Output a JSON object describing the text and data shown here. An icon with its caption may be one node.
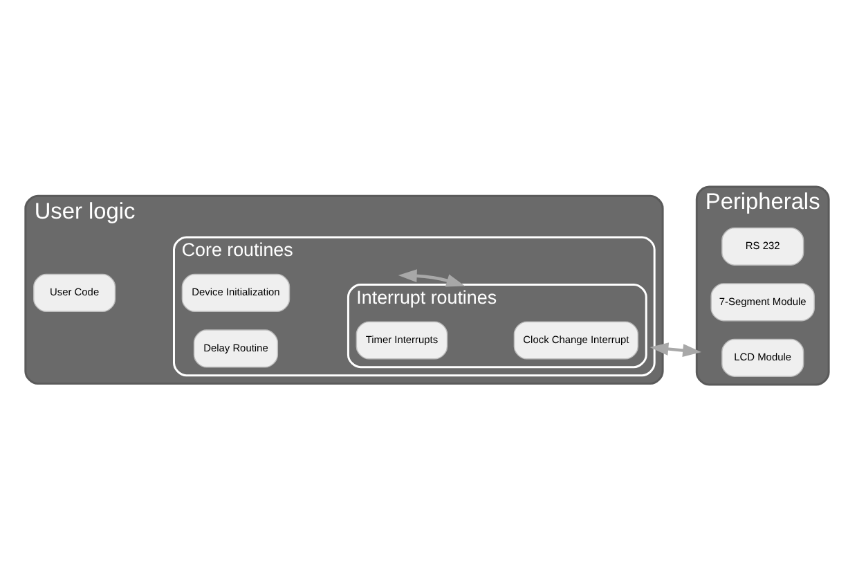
{
  "diagram": {
    "nodes": [
      {
        "text": [
          "User logic"
        ]
      },
      {
        "text": [
          "User Code"
        ],
        "in": 0
      },
      {
        "text": [
          "Core routines"
        ],
        "in": 0
      },
      {
        "text": [
          "Device Initialization"
        ],
        "in": 2
      },
      {
        "text": [
          "Delay Routine"
        ],
        "in": 2
      },
      {
        "text": [
          "Interrupt routines"
        ],
        "in": 2
      },
      {
        "text": [
          "Timer Interrupts"
        ],
        "in": 5
      },
      {
        "text": [
          "Clock Change Interrupt"
        ],
        "in": 5
      },
      {
        "text": [
          "Peripherals"
        ]
      },
      {
        "text": [
          "RS 232"
        ],
        "in": 8
      },
      {
        "text": [
          "7-Segment Module"
        ],
        "in": 8
      },
      {
        "text": [
          "LCD Module"
        ],
        "in": 8
      }
    ],
    "edges": [
      {
        "from": 2,
        "to": 8,
        "arrow": "both"
      },
      {
        "from": 2,
        "to": 5,
        "arrow": "both"
      }
    ]
  }
}
